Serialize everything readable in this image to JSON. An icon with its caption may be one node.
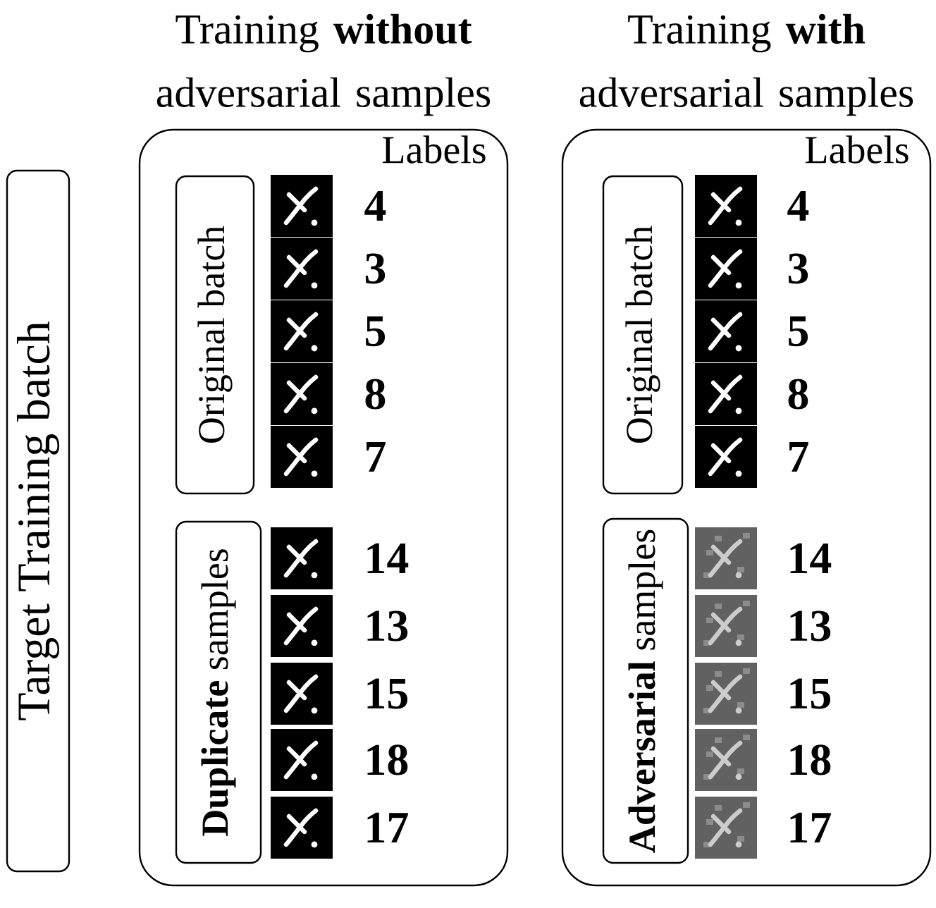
{
  "diagram": {
    "nodes": [
      {
        "text": [
          "Target Training batch"
        ]
      },
      {
        "text": [
          "Training **without** adversarial samples",
          "Labels"
        ]
      },
      {
        "text": [
          "Original batch"
        ],
        "in": 1
      },
      {
        "text": [
          "**Duplicate** samples"
        ],
        "in": 1
      },
      {
        "text": [
          "Training **with** adversarial samples",
          "Labels"
        ]
      },
      {
        "text": [
          "Original batch"
        ],
        "in": 4
      },
      {
        "text": [
          "**Adversarial** samples"
        ],
        "in": 4
      }
    ],
    "labels": [
      "4",
      "3",
      "5",
      "8",
      "7",
      "14",
      "13",
      "15",
      "18",
      "17",
      "4",
      "3",
      "5",
      "8",
      "7",
      "14",
      "13",
      "15",
      "18",
      "17"
    ]
  }
}
